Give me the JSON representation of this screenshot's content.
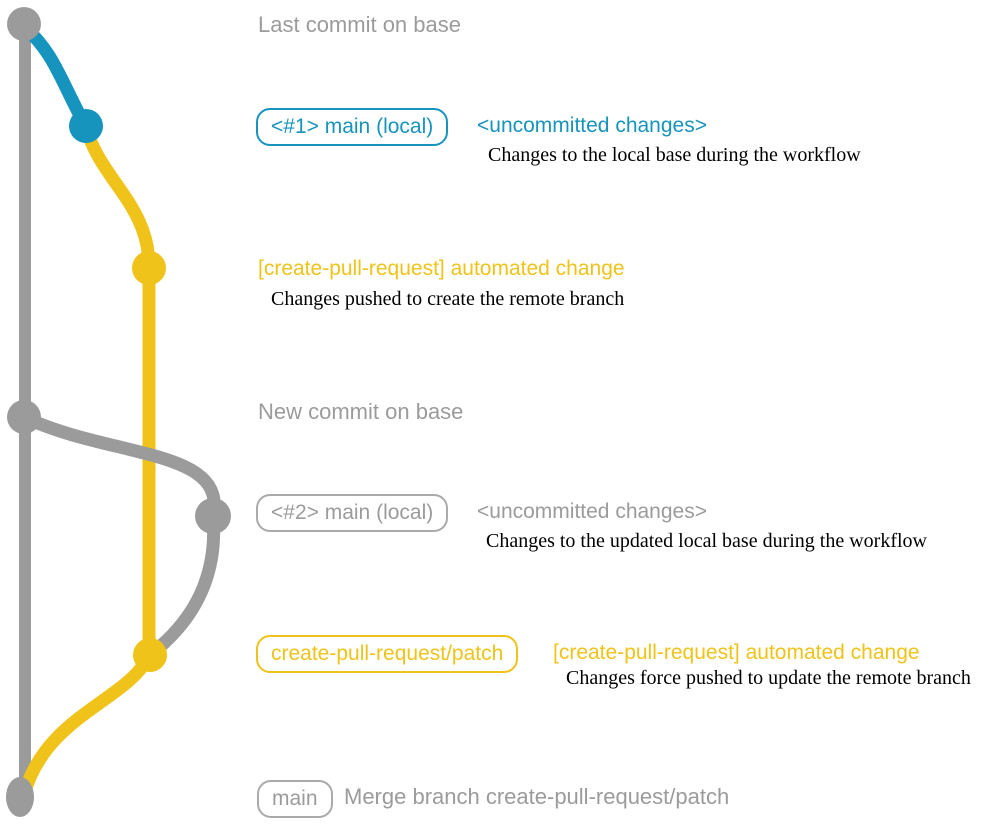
{
  "colors": {
    "teal": "#1794be",
    "yellow": "#efc319",
    "gray": "#9b9b9b",
    "description_text": "#000000",
    "background": "#ffffff"
  },
  "annotations": {
    "last_commit_on_base": "Last commit on base",
    "new_commit_on_base": "New commit on base"
  },
  "entries": {
    "main_local_1": {
      "badge": "<#1> main (local)",
      "note": "<uncommitted changes>",
      "desc": "Changes to the local base during the workflow"
    },
    "automated_change_1": {
      "note": "[create-pull-request] automated change",
      "desc": "Changes pushed to create the remote branch"
    },
    "main_local_2": {
      "badge": "<#2> main (local)",
      "note": "<uncommitted changes>",
      "desc": "Changes to the updated local base during the workflow"
    },
    "automated_change_2": {
      "badge": "create-pull-request/patch",
      "note": "[create-pull-request] automated change",
      "desc": "Changes force pushed to update the remote branch"
    },
    "merge": {
      "badge": "main",
      "note": "Merge branch create-pull-request/patch"
    }
  }
}
